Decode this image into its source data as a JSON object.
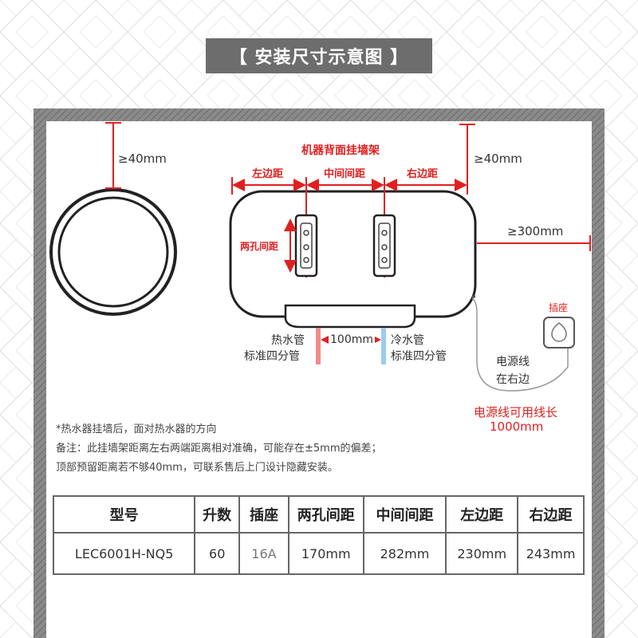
{
  "title": "【 安装尺寸示意图 】",
  "diagram": {
    "top_left_clearance": "≥40mm",
    "top_right_clearance": "≥40mm",
    "right_clearance": "≥300mm",
    "bracket_title": "机器背面挂墙架",
    "left_margin_label": "左边距",
    "middle_spacing_label": "中间间距",
    "right_margin_label": "右边距",
    "hole_spacing_label": "两孔间距",
    "hot_pipe_line1": "热水管",
    "hot_pipe_line2": "标准四分管",
    "pipe_spacing": "100mm",
    "cold_pipe_line1": "冷水管",
    "cold_pipe_line2": "标准四分管",
    "socket_label": "插座",
    "cord_line1": "电源线",
    "cord_line2": "在右边",
    "cord_length_line1": "电源线可用线长",
    "cord_length_line2": "1000mm"
  },
  "notes": [
    "*热水器挂墙后，面对热水器的方向",
    "备注：此挂墙架距离左右两端距离相对准确，可能存在±5mm的偏差；",
    "顶部预留距离若不够40mm，可联系售后上门设计隐藏安装。"
  ],
  "table": {
    "headers": [
      "型号",
      "升数",
      "插座",
      "两孔间距",
      "中间间距",
      "左边距",
      "右边距"
    ],
    "row": [
      "LEC6001H-NQ5",
      "60",
      "16A",
      "170mm",
      "282mm",
      "230mm",
      "243mm"
    ]
  },
  "colors": {
    "accent_red": "#e02020",
    "hot_pipe": "#f28b8b",
    "cold_pipe": "#9ccbf0",
    "frame_gray": "#7d7d7d",
    "title_bg": "#6d6d6d"
  }
}
